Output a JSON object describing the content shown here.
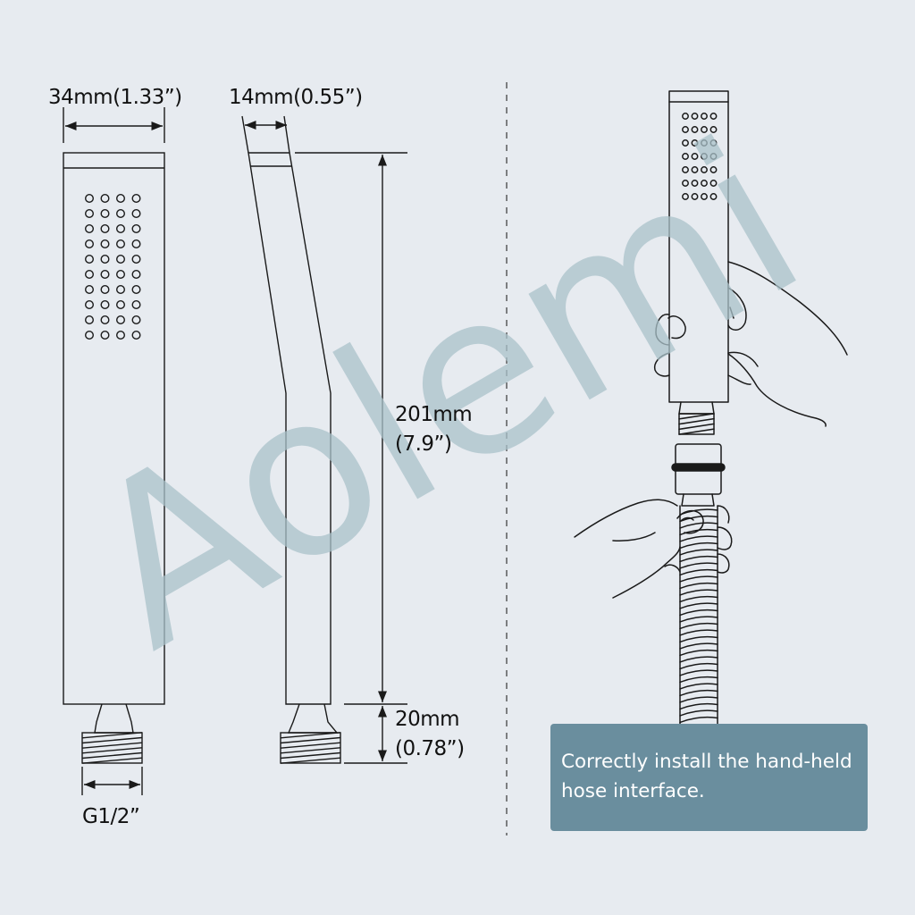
{
  "watermark": "Aolemi",
  "dimensions": {
    "front_width": "34mm(1.33”)",
    "side_thickness": "14mm(0.55”)",
    "handle_height_mm": "201mm",
    "handle_height_in": "(7.9”)",
    "connector_height_mm": "20mm",
    "connector_height_in": "(0.78”)",
    "thread": "G1/2”"
  },
  "note": "Correctly install the hand-held hose interface.",
  "colors": {
    "background": "#e7ebf0",
    "line": "#1a1a1a",
    "note_box": "#6a8e9e",
    "watermark": "#a9c1c9"
  }
}
